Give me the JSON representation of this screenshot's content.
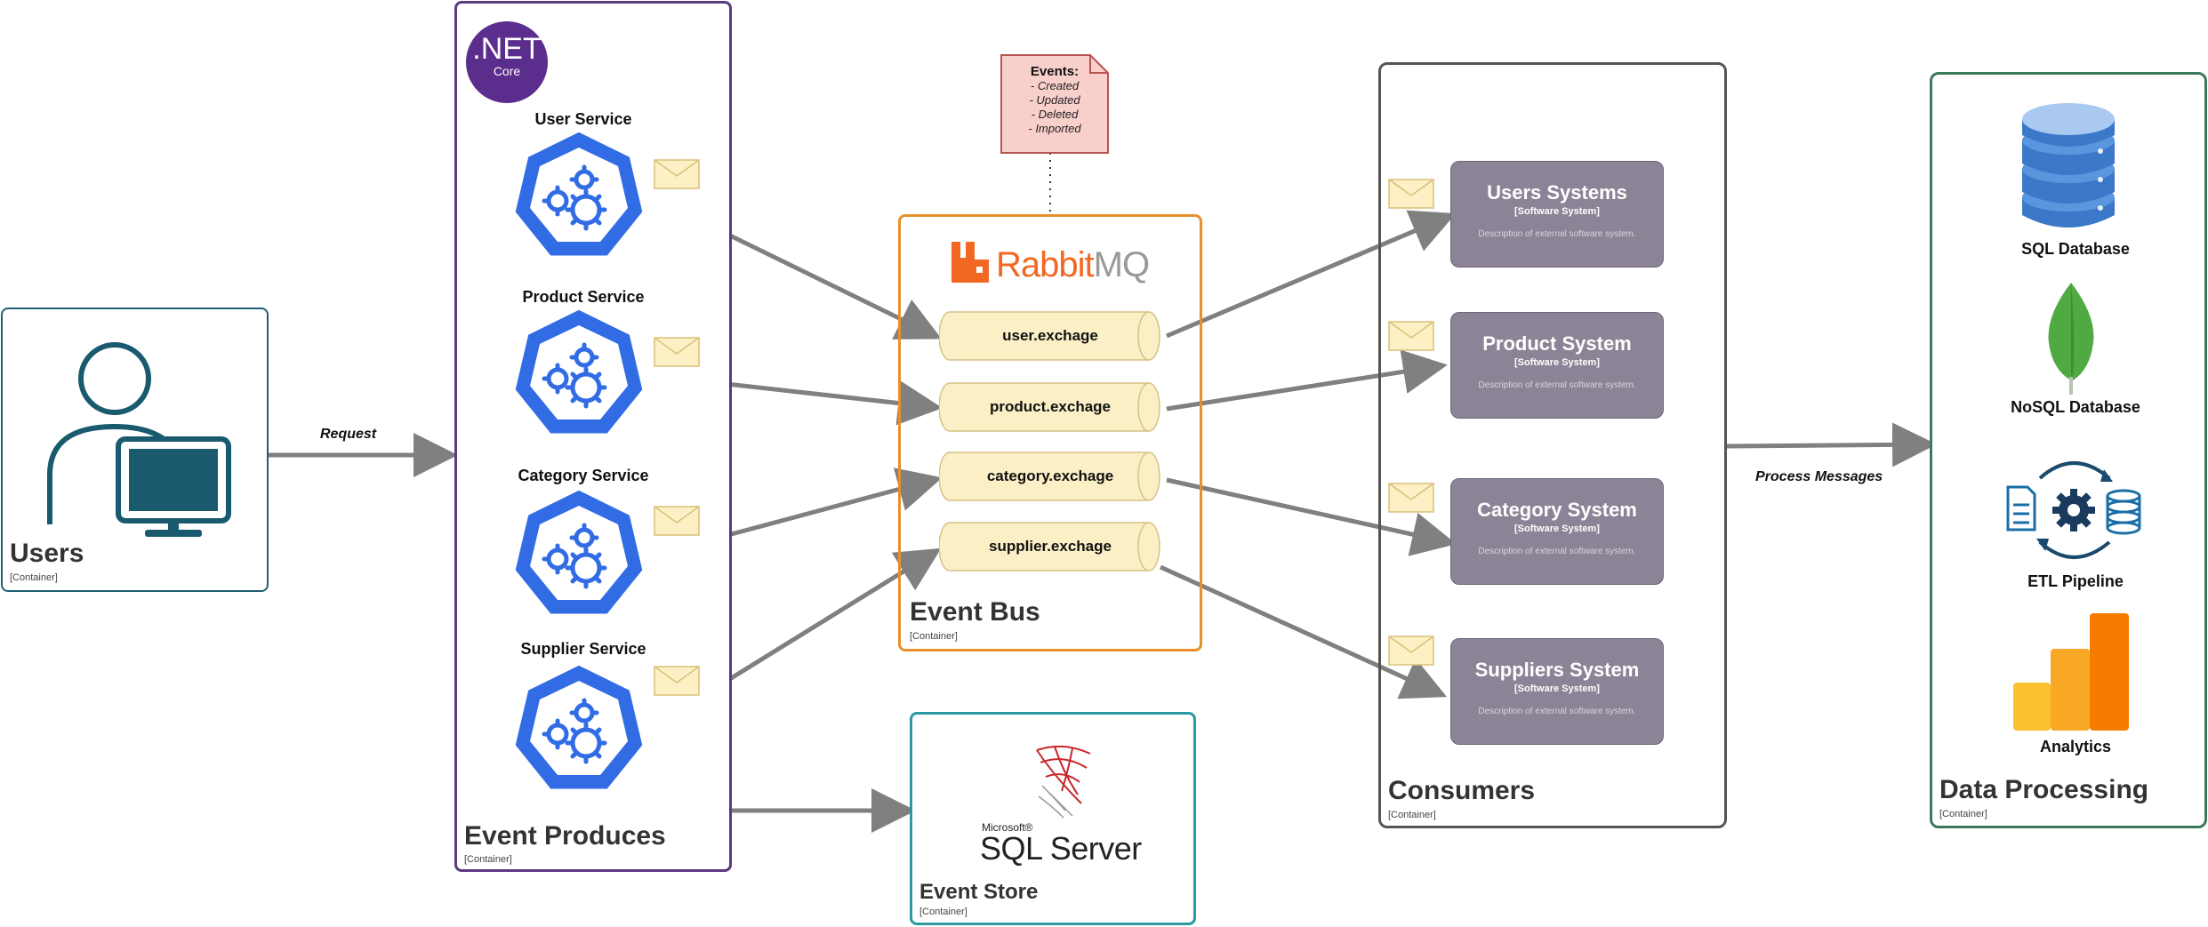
{
  "users": {
    "title": "Users",
    "type": "[Container]"
  },
  "request_label": "Request",
  "producers": {
    "title": "Event Produces",
    "type": "[Container]",
    "badge": {
      "line1": ".NET",
      "line2": "Core"
    },
    "services": [
      {
        "label": "User Service"
      },
      {
        "label": "Product Service"
      },
      {
        "label": "Category Service"
      },
      {
        "label": "Supplier Service"
      }
    ]
  },
  "events_note": {
    "title": "Events:",
    "items": [
      "- Created",
      "- Updated",
      "- Deleted",
      "- Imported"
    ]
  },
  "event_bus": {
    "title": "Event Bus",
    "type": "[Container]",
    "logo_text": {
      "part1": "Rabbit",
      "part2": "MQ"
    },
    "exchanges": [
      {
        "label": "user.exchage"
      },
      {
        "label": "product.exchage"
      },
      {
        "label": "category.exchage"
      },
      {
        "label": "supplier.exchage"
      }
    ]
  },
  "event_store": {
    "title": "Event Store",
    "type": "[Container]",
    "logo_small": "Microsoft®",
    "logo_main": "SQL Server"
  },
  "consumers": {
    "title": "Consumers",
    "type": "[Container]",
    "systems": [
      {
        "title": "Users Systems",
        "type": "[Software System]",
        "desc": "Description of external software system."
      },
      {
        "title": "Product System",
        "type": "[Software System]",
        "desc": "Description of external software system."
      },
      {
        "title": "Category System",
        "type": "[Software System]",
        "desc": "Description of external software system."
      },
      {
        "title": "Suppliers System",
        "type": "[Software System]",
        "desc": "Description of external software system."
      }
    ]
  },
  "process_label": "Process Messages",
  "data_processing": {
    "title": "Data Processing",
    "type": "[Container]",
    "items": [
      {
        "label": "SQL Database",
        "icon": "sql-database-icon"
      },
      {
        "label": "NoSQL Database",
        "icon": "mongodb-leaf-icon"
      },
      {
        "label": "ETL Pipeline",
        "icon": "etl-pipeline-icon"
      },
      {
        "label": "Analytics",
        "icon": "analytics-bars-icon"
      }
    ]
  },
  "colors": {
    "users_border": "#1f5f73",
    "producers_border": "#5b3a80",
    "bus_border": "#e8902a",
    "store_border": "#2c9aa0",
    "consumers_border": "#555555",
    "dp_border": "#3a7a5a",
    "system_fill": "#8c8496",
    "k8s_blue": "#326ce5",
    "exchange_fill": "#fbefc6",
    "arrow": "#808080"
  }
}
